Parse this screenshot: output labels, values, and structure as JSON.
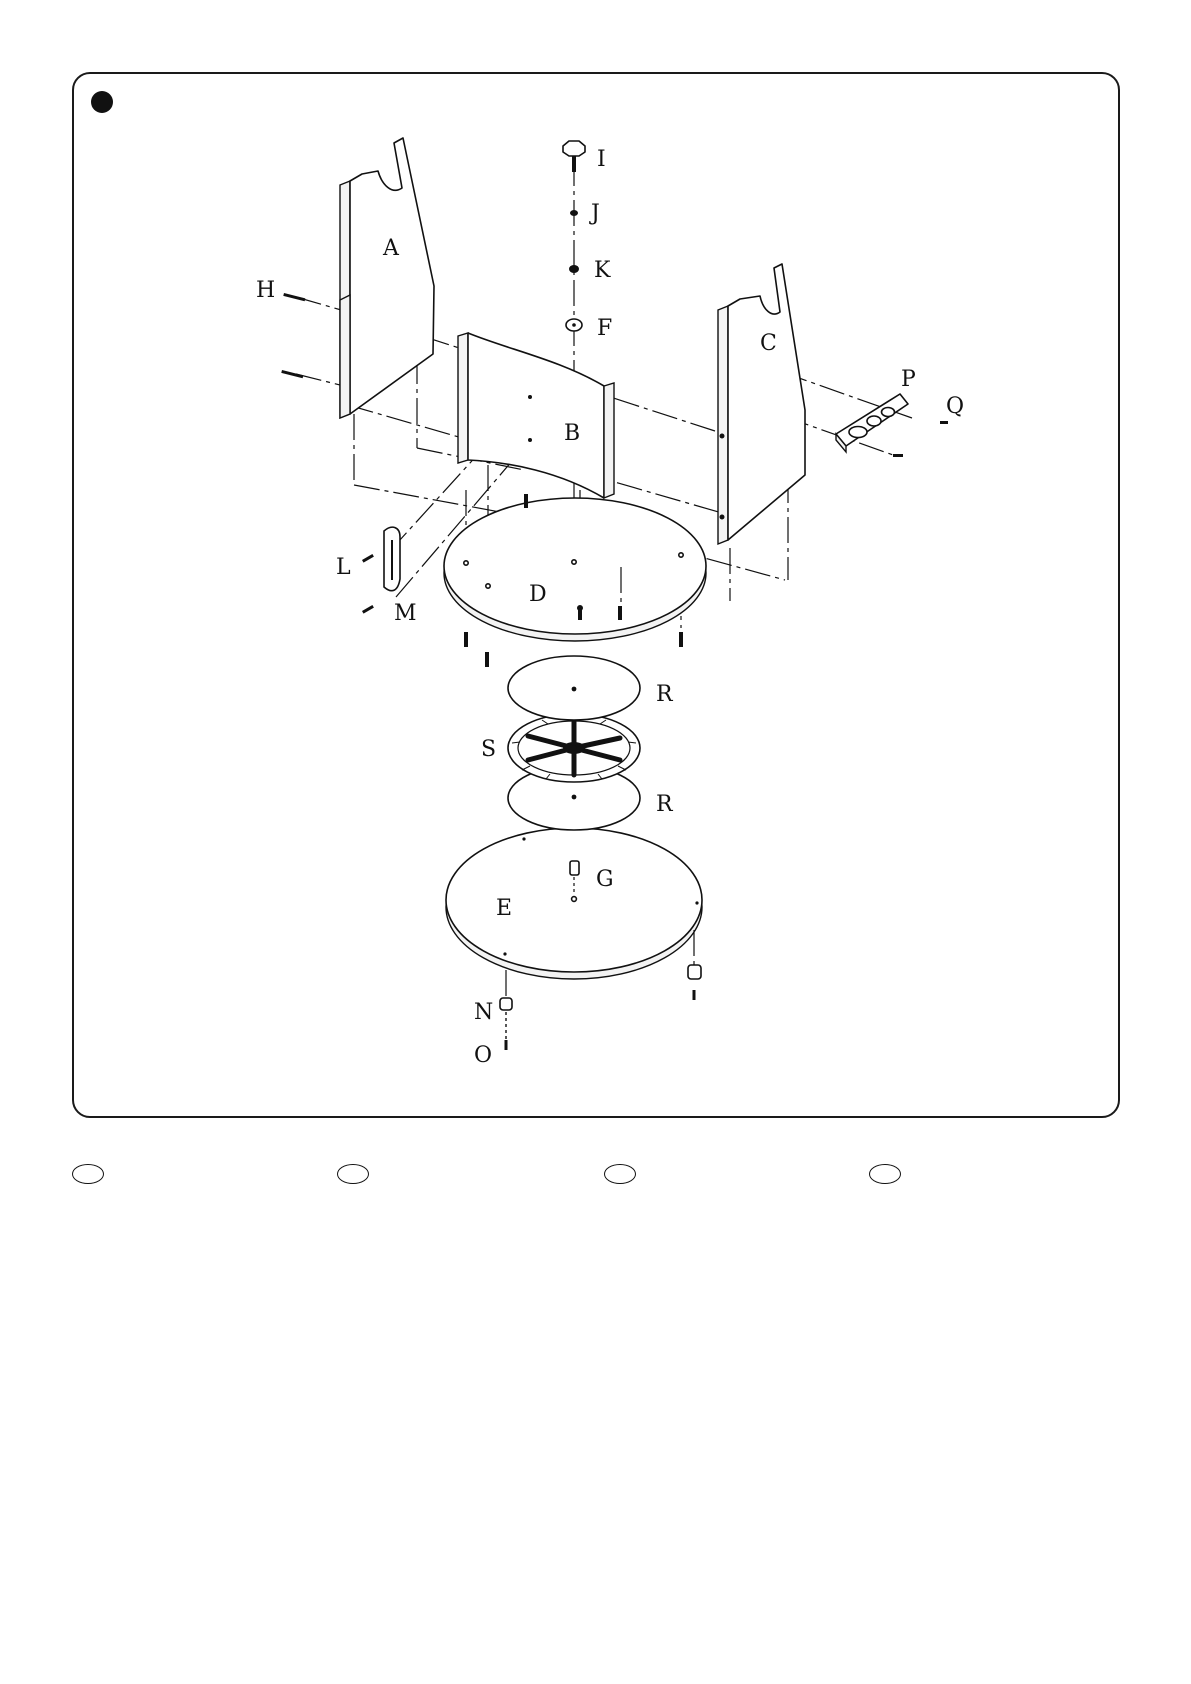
{
  "labels": {
    "A": "A",
    "B": "B",
    "C": "C",
    "D": "D",
    "E": "E",
    "F": "F",
    "G": "G",
    "H": "H",
    "I": "I",
    "J": "J",
    "K": "K",
    "L": "L",
    "M": "M",
    "N": "N",
    "O": "O",
    "P": "P",
    "Q": "Q",
    "R_top": "R",
    "R_bottom": "R",
    "S": "S"
  }
}
